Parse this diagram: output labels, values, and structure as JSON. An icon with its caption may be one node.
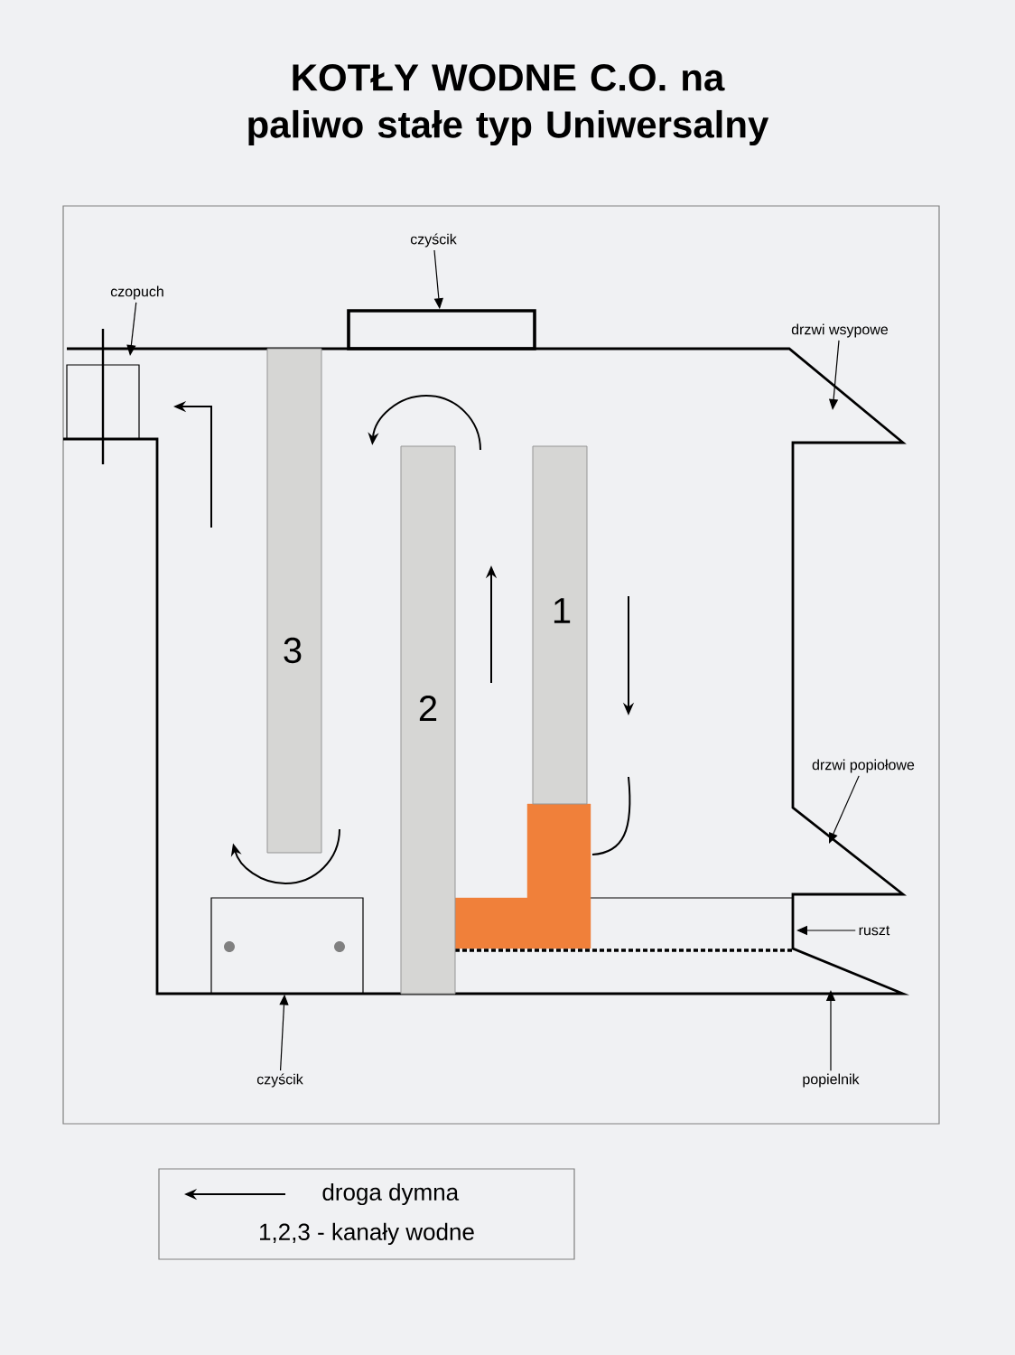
{
  "diagram": {
    "title": "KOTŁY WODNE C.O. na paliwo stałe typ Uniwersalny",
    "nodes": [
      {
        "text": [
          "czopuch"
        ]
      },
      {
        "text": [
          "czyścik"
        ]
      },
      {
        "text": [],
        "shape": "box"
      },
      {
        "text": [
          "drzwi wsypowe"
        ]
      },
      {
        "text": [
          "drzwi popiołowe"
        ]
      },
      {
        "text": [
          "ruszt"
        ]
      },
      {
        "text": [
          "czyścik"
        ]
      },
      {
        "text": [],
        "shape": "box"
      },
      {
        "text": [
          "popielnik"
        ]
      },
      {
        "text": [
          "3"
        ]
      },
      {
        "text": [
          "2"
        ]
      },
      {
        "text": [
          "1"
        ]
      }
    ],
    "edges": [
      {
        "from": 0,
        "to": null,
        "arrow": "to"
      },
      {
        "from": 1,
        "to": 2,
        "arrow": "to"
      },
      {
        "from": 3,
        "to": null,
        "arrow": "to"
      },
      {
        "from": 4,
        "to": null,
        "arrow": "to"
      },
      {
        "from": 5,
        "to": null,
        "arrow": "to"
      },
      {
        "from": 6,
        "to": 7,
        "arrow": "to"
      },
      {
        "from": 8,
        "to": null,
        "arrow": "to"
      }
    ],
    "labels": [
      "1,2,3 - kanały wodne"
    ],
    "legend": [
      {
        "text": "droga dymna"
      }
    ]
  }
}
